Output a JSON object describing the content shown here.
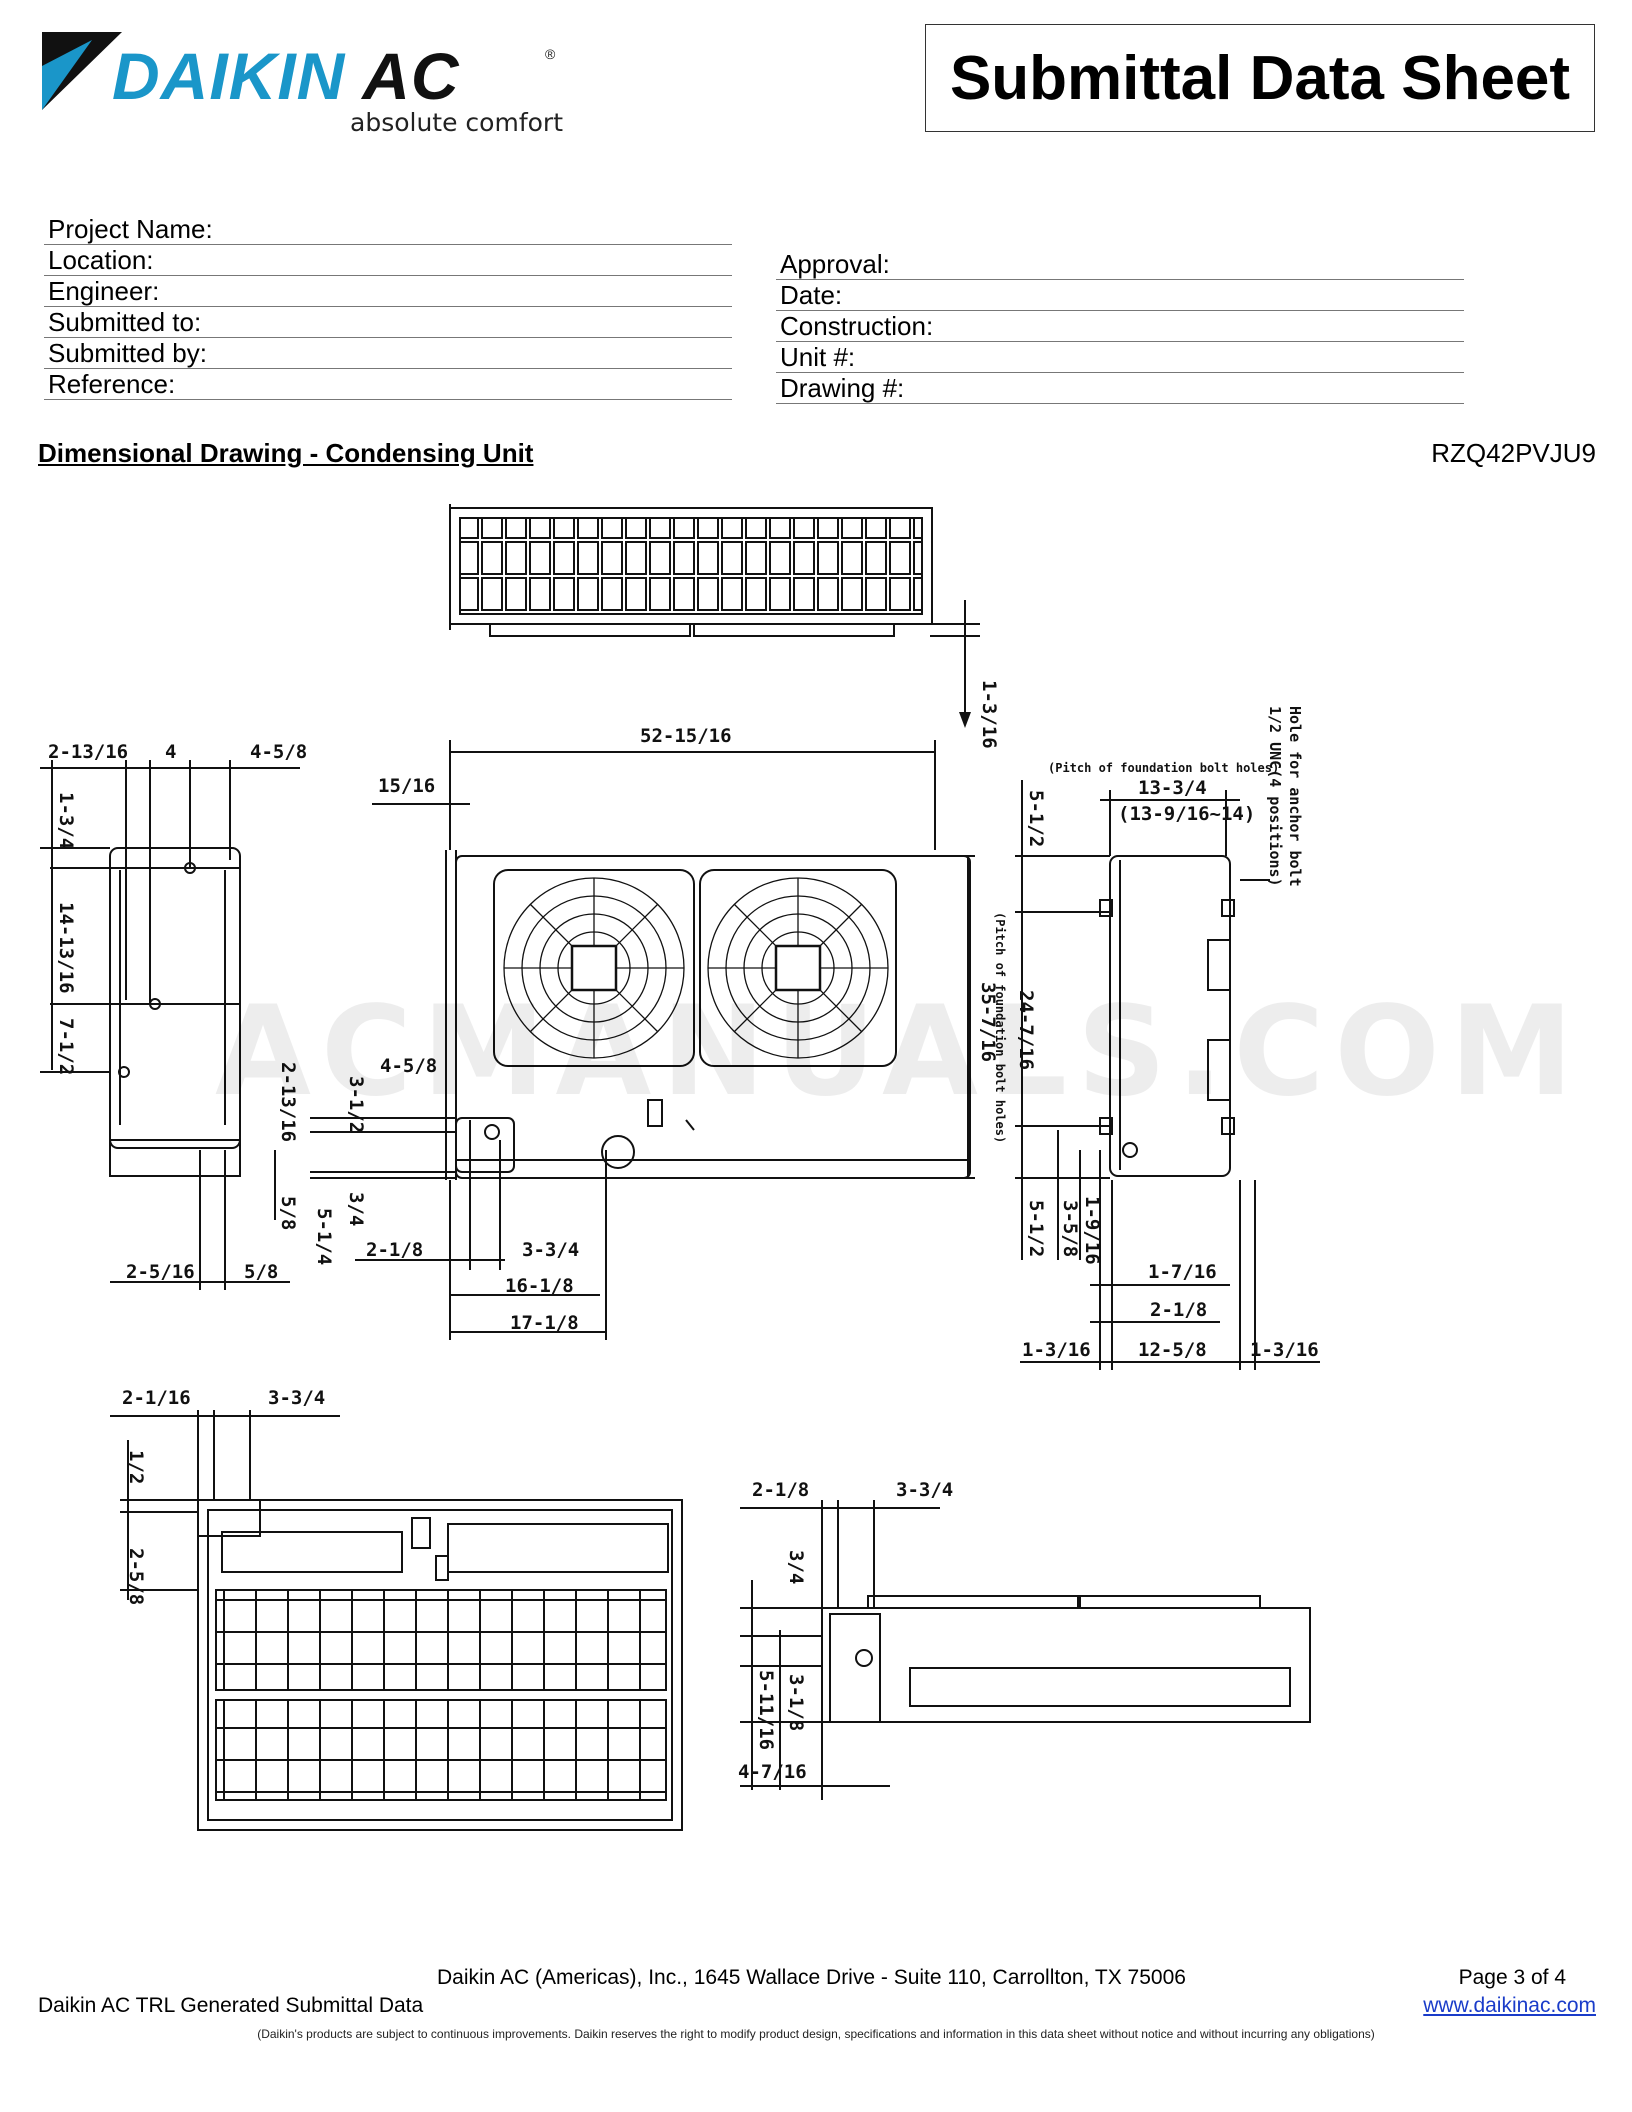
{
  "header": {
    "logo_brand_main": "DAIKIN",
    "logo_brand_ac": "AC",
    "logo_registered": "®",
    "logo_tagline": "absolute comfort",
    "title": "Submittal Data Sheet"
  },
  "project_info": {
    "left": [
      "Project Name:",
      "Location:",
      "Engineer:",
      "Submitted to:",
      "Submitted by:",
      "Reference:"
    ],
    "right": [
      "Approval:",
      "Date:",
      "Construction:",
      "Unit #:",
      "Drawing #:"
    ]
  },
  "section": {
    "title": "Dimensional Drawing - Condensing Unit",
    "model": "RZQ42PVJU9"
  },
  "drawing": {
    "dims": {
      "top_right": "1-3/16",
      "width_total": "52-15/16",
      "left_offset": "15/16",
      "side_a": "2-13/16",
      "side_b": "4",
      "side_c": "4-5/8",
      "side_v1": "1-3/4",
      "side_v2": "14-13/16",
      "side_v3": "7-1/2",
      "side_v4": "2-13/16",
      "side_v5": "5/8",
      "side_h1": "2-5/16",
      "side_h2": "5/8",
      "front_a": "4-5/8",
      "front_b": "3-1/2",
      "front_c": "3/4",
      "front_d": "5-1/4",
      "front_e": "2-1/8",
      "front_f": "3-3/4",
      "front_g": "16-1/8",
      "front_h": "17-1/8",
      "height_total": "35-7/16",
      "pitch_bolt_v": "24-7/16",
      "pitch_bolt_v_note": "(Pitch of foundation bolt holes)",
      "r_top": "5-1/2",
      "r_pitch_note": "(Pitch of foundation bolt holes)",
      "r_pitch": "13-3/4",
      "r_pitch_range": "(13-9/16~14)",
      "r_anchor_note": "Hole for anchor bolt",
      "r_anchor_note2": "1/2 UNC(4 positions)",
      "r_v1": "5-1/2",
      "r_v2": "3-5/8",
      "r_v3": "1-9/16",
      "r_h1": "1-7/16",
      "r_h2": "2-1/8",
      "r_h3": "1-3/16",
      "r_h4": "12-5/8",
      "r_h5": "1-3/16",
      "b_a": "2-1/16",
      "b_b": "3-3/4",
      "b_v1": "1/2",
      "b_v2": "2-5/8",
      "br_a": "2-1/8",
      "br_b": "3-3/4",
      "br_v1": "3/4",
      "br_v2": "3-1/8",
      "br_v3": "5-11/16",
      "br_h1": "4-7/16"
    },
    "watermark": "ACMANUALS.COM"
  },
  "footer": {
    "address": "Daikin AC (Americas), Inc., 1645 Wallace Drive - Suite 110, Carrollton, TX 75006",
    "page": "Page 3 of 4",
    "generated": "Daikin AC TRL Generated Submittal Data",
    "url": "www.daikinac.com",
    "note": "(Daikin's products are subject to continuous improvements.  Daikin reserves the right to modify product design, specifications and information in this data sheet without notice and without incurring any obligations)"
  }
}
